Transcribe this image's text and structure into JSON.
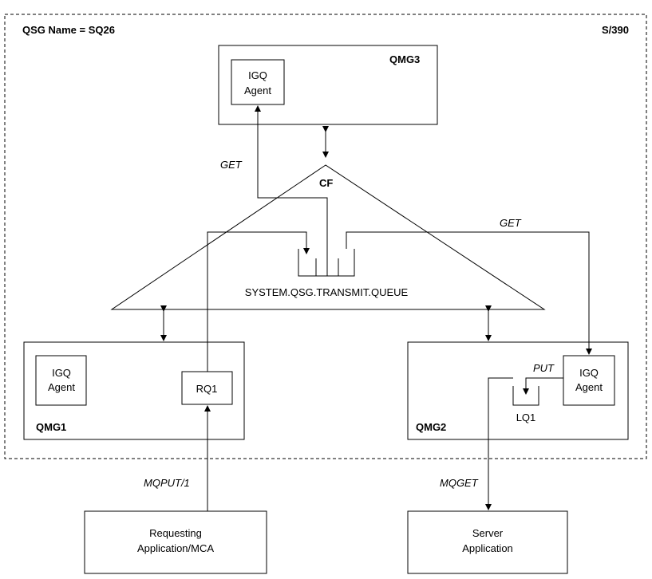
{
  "region": {
    "qsg_name": "QSG Name = SQ26",
    "system": "S/390"
  },
  "qmg3": {
    "name": "QMG3",
    "agent_line1": "IGQ",
    "agent_line2": "Agent"
  },
  "qmg1": {
    "name": "QMG1",
    "agent_line1": "IGQ",
    "agent_line2": "Agent",
    "queue": "RQ1"
  },
  "qmg2": {
    "name": "QMG2",
    "agent_line1": "IGQ",
    "agent_line2": "Agent",
    "queue": "LQ1",
    "put_label": "PUT"
  },
  "cf": {
    "label": "CF",
    "queue_label": "SYSTEM.QSG.TRANSMIT.QUEUE"
  },
  "flows": {
    "get_left": "GET",
    "get_right": "GET",
    "mqput": "MQPUT/1",
    "mqget": "MQGET"
  },
  "requesting_app": {
    "line1": "Requesting",
    "line2": "Application/MCA"
  },
  "server_app": {
    "line1": "Server",
    "line2": "Application"
  }
}
